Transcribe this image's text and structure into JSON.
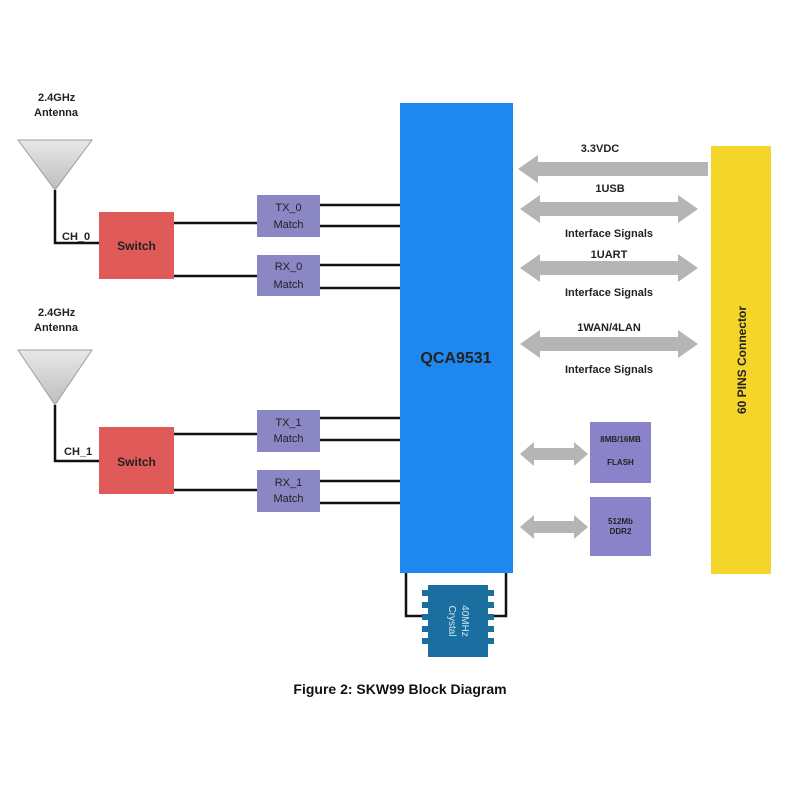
{
  "antennas": [
    {
      "label_line1": "2.4GHz",
      "label_line2": "Antenna",
      "channel": "CH_0"
    },
    {
      "label_line1": "2.4GHz",
      "label_line2": "Antenna",
      "channel": "CH_1"
    }
  ],
  "switches": [
    {
      "label": "Switch"
    },
    {
      "label": "Switch"
    }
  ],
  "match_blocks": [
    {
      "line1": "TX_0",
      "line2": "Match"
    },
    {
      "line1": "RX_0",
      "line2": "Match"
    },
    {
      "line1": "TX_1",
      "line2": "Match"
    },
    {
      "line1": "RX_1",
      "line2": "Match"
    }
  ],
  "soc": {
    "label": "QCA9531"
  },
  "connector": {
    "label": "60 PINS Connector"
  },
  "links": [
    {
      "top": "3.3VDC",
      "bottom": ""
    },
    {
      "top": "1USB",
      "bottom": "Interface Signals"
    },
    {
      "top": "1UART",
      "bottom": "Interface Signals"
    },
    {
      "top": "1WAN/4LAN",
      "bottom": "Interface Signals"
    }
  ],
  "memory": [
    {
      "line1": "8MB/16MB",
      "line2": "FLASH"
    },
    {
      "line1": "512Mb",
      "line2": "DDR2"
    }
  ],
  "crystal": {
    "line1": "40MHz",
    "line2": "Crystal"
  },
  "caption": "Figure 2: SKW99 Block Diagram",
  "colors": {
    "soc": "#1e88f0",
    "connector": "#f6d52a",
    "switch": "#e05a5a",
    "match": "#8a87c4",
    "memory": "#8b83c9",
    "arrow": "#b5b5b5",
    "crystal": "#1a6fa0"
  }
}
